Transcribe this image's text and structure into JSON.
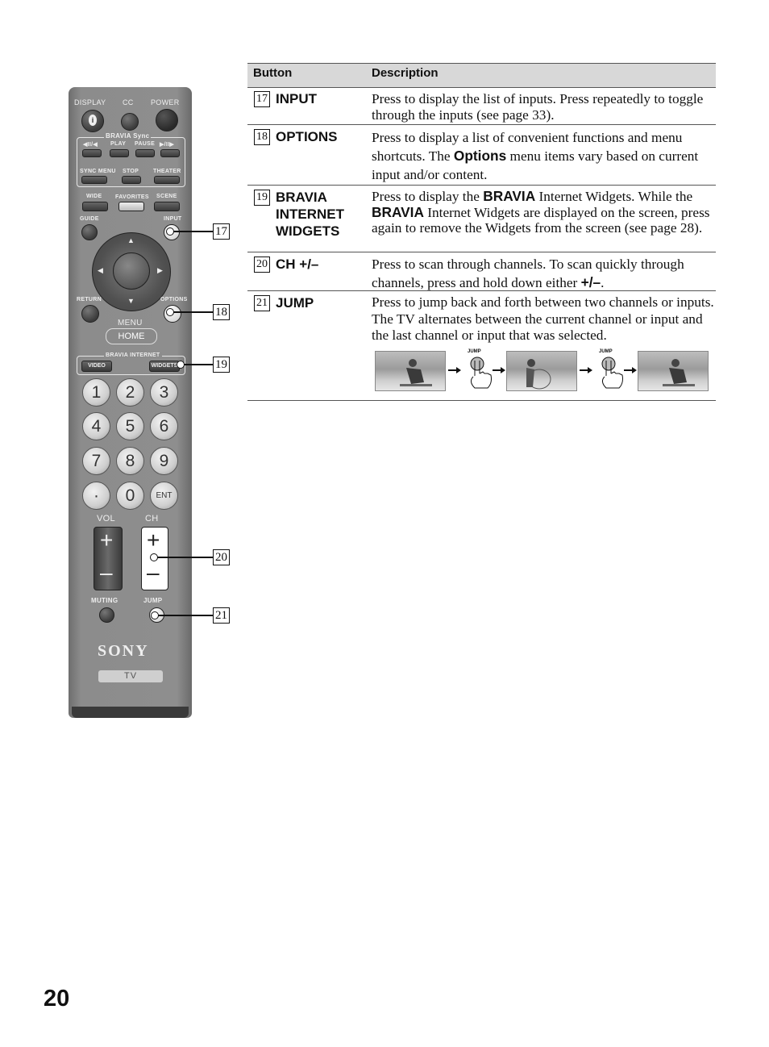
{
  "remote": {
    "top_labels": [
      "DISPLAY",
      "CC",
      "POWER"
    ],
    "bravia_sync_label": "BRAVIA Sync",
    "transport_labels": [
      "◀II/◀",
      "PLAY",
      "PAUSE",
      "▶/II▶"
    ],
    "sync_labels": [
      "SYNC MENU",
      "STOP",
      "THEATER"
    ],
    "mode_labels": [
      "WIDE",
      "FAVORITES",
      "SCENE"
    ],
    "guide_label": "GUIDE",
    "input_label": "INPUT",
    "return_label": "RETURN",
    "options_label": "OPTIONS",
    "menu_label": "MENU",
    "home_label": "HOME",
    "bravia_internet_label": "BRAVIA INTERNET",
    "video_label": "VIDEO",
    "widgets_label": "WIDGETS",
    "digits": [
      "1",
      "2",
      "3",
      "4",
      "5",
      "6",
      "7",
      "8",
      "9",
      "·",
      "0",
      "ENT"
    ],
    "vol_label": "VOL",
    "ch_label": "CH",
    "plus": "+",
    "minus": "–",
    "muting_label": "MUTING",
    "jump_label": "JUMP",
    "brand": "SONY",
    "tv_label": "TV"
  },
  "callouts": [
    "17",
    "18",
    "19",
    "20",
    "21"
  ],
  "table": {
    "headers": [
      "Button",
      "Description"
    ],
    "rows": [
      {
        "num": "17",
        "name": "INPUT",
        "desc": "Press to display the list of inputs. Press repeatedly to toggle through the inputs (see page 33)."
      },
      {
        "num": "18",
        "name": "OPTIONS",
        "desc_a": "Press to display a list of convenient functions and menu shortcuts. The ",
        "desc_b": "Options",
        "desc_c": " menu items vary based on current input and/or content."
      },
      {
        "num": "19",
        "name": "BRAVIA INTERNET WIDGETS",
        "desc_a": "Press to display the ",
        "desc_b": "BRAVIA",
        "desc_c": " Internet Widgets. While the ",
        "desc_d": "BRAVIA",
        "desc_e": " Internet Widgets are displayed on the screen, press again to remove the Widgets from the screen (see page 28)."
      },
      {
        "num": "20",
        "name": "CH +/–",
        "desc_a": "Press to scan through channels. To scan quickly through channels, press and hold down either ",
        "desc_b": "+/–",
        "desc_c": "."
      },
      {
        "num": "21",
        "name": "JUMP",
        "desc": "Press to jump back and forth between two channels or inputs. The TV alternates between the current channel or input and the last channel or input that was selected.",
        "jump_caption": "JUMP"
      }
    ]
  },
  "page_number": "20"
}
